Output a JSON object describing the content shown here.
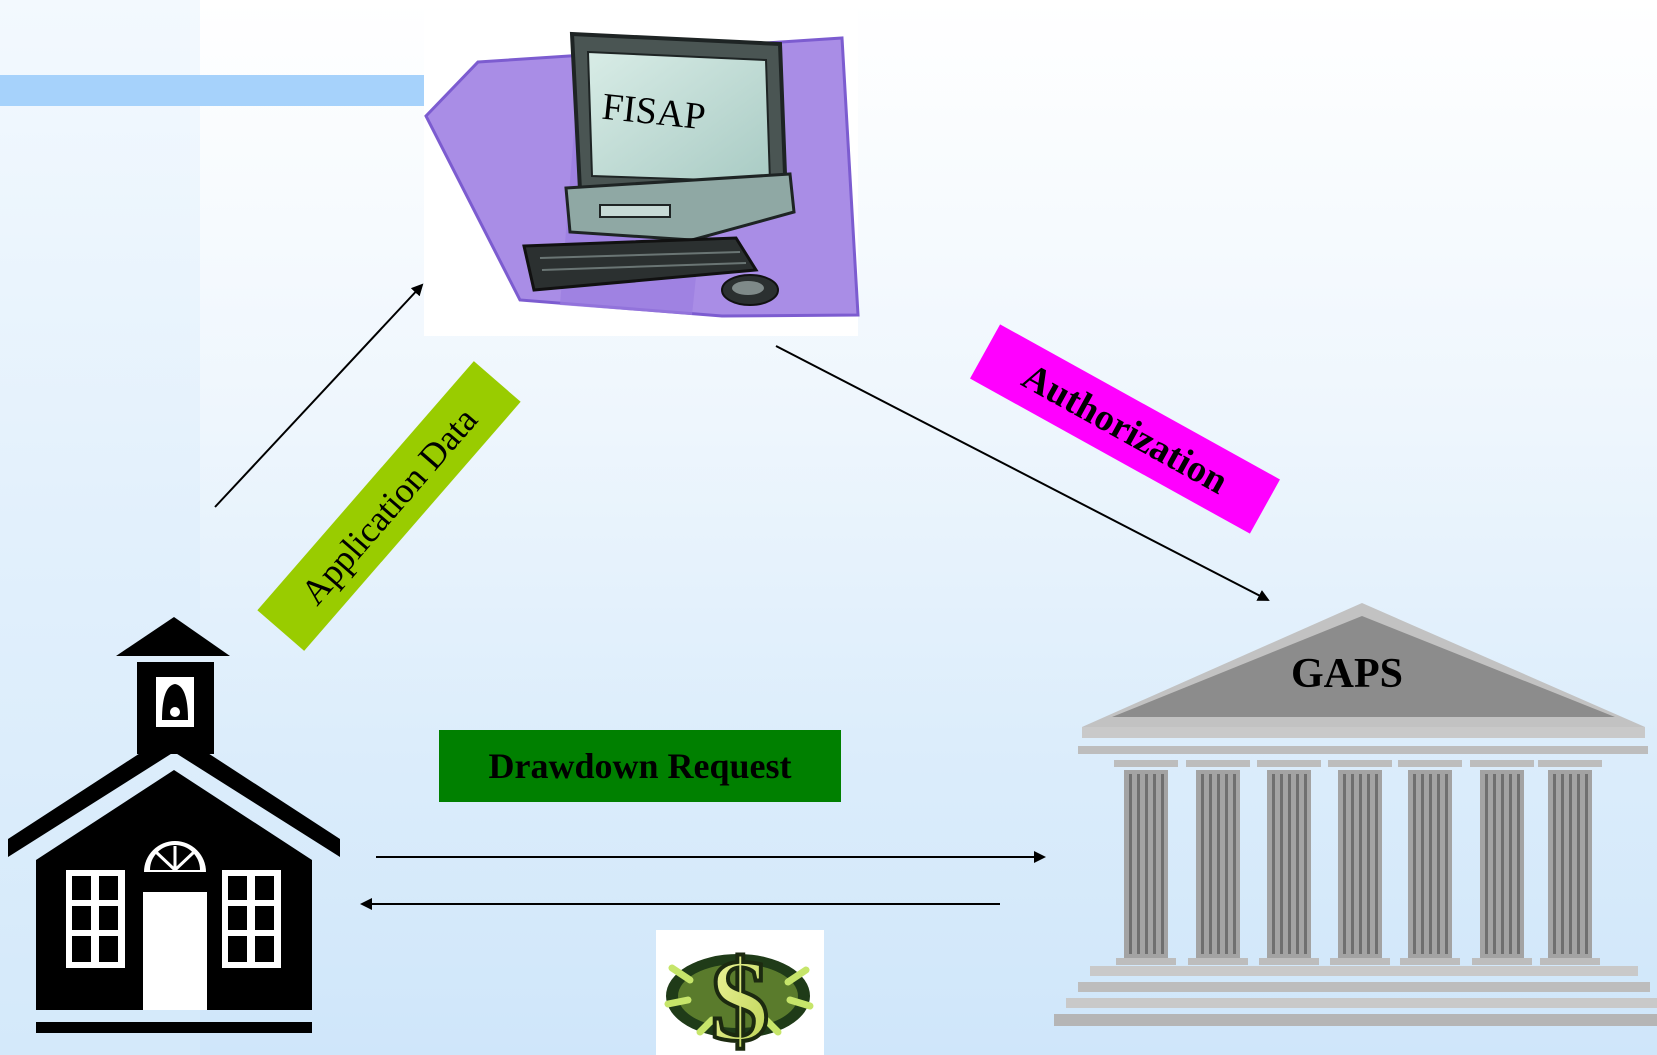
{
  "diagram": {
    "nodes": {
      "fisap": {
        "label": "FISAP",
        "icon": "computer-icon"
      },
      "gaps": {
        "label": "GAPS",
        "icon": "bank-building-icon"
      },
      "school": {
        "icon": "schoolhouse-icon"
      },
      "money": {
        "icon": "dollar-sign-icon"
      }
    },
    "edges": [
      {
        "from": "school",
        "to": "fisap",
        "label": "Application Data"
      },
      {
        "from": "fisap",
        "to": "gaps",
        "label": "Authorization"
      },
      {
        "from": "school",
        "to": "gaps",
        "label": "Drawdown Request"
      },
      {
        "from": "gaps",
        "to": "school",
        "label": ""
      }
    ]
  },
  "colors": {
    "application_data": "#99cc00",
    "authorization": "#ff00ff",
    "drawdown_request": "#008000",
    "top_bar": "#a6d2fb"
  }
}
